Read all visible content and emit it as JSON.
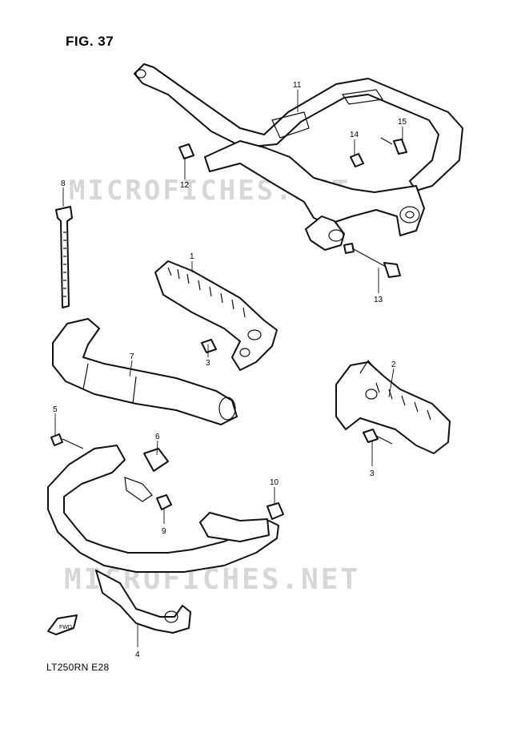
{
  "figure": {
    "title": "FIG. 37",
    "model_code": "LT250RN  E28"
  },
  "watermark": {
    "text": "MICROFICHES.NET"
  },
  "fwd_badge": "FWD",
  "callouts": [
    {
      "id": "c1",
      "num": "1"
    },
    {
      "id": "c2",
      "num": "2"
    },
    {
      "id": "c3a",
      "num": "3"
    },
    {
      "id": "c3b",
      "num": "3"
    },
    {
      "id": "c4",
      "num": "4"
    },
    {
      "id": "c5",
      "num": "5"
    },
    {
      "id": "c6",
      "num": "6"
    },
    {
      "id": "c7",
      "num": "7"
    },
    {
      "id": "c8",
      "num": "8"
    },
    {
      "id": "c9",
      "num": "9"
    },
    {
      "id": "c10",
      "num": "10"
    },
    {
      "id": "c11",
      "num": "11"
    },
    {
      "id": "c12",
      "num": "12"
    },
    {
      "id": "c13",
      "num": "13"
    },
    {
      "id": "c14",
      "num": "14"
    },
    {
      "id": "c15",
      "num": "15"
    }
  ],
  "colors": {
    "line": "#111111",
    "watermark": "#d7d7d7",
    "background": "#ffffff"
  }
}
